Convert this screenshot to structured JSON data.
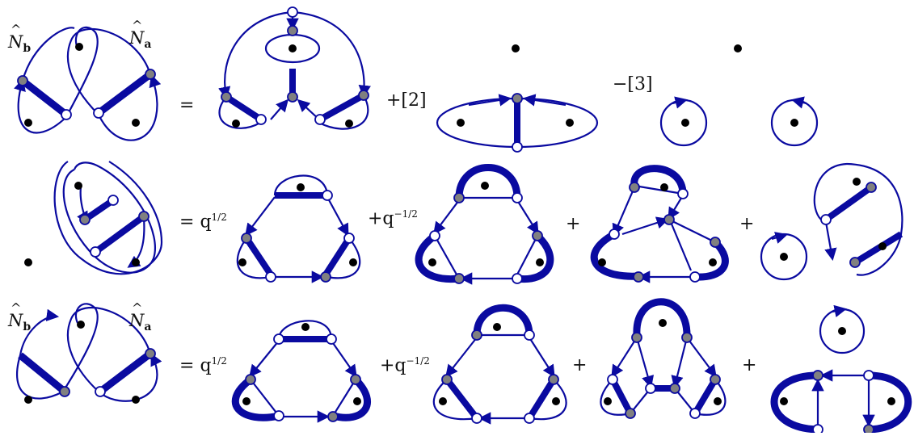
{
  "labels": {
    "na": "N",
    "na_sub": "a",
    "nb": "N",
    "nb_sub": "b"
  },
  "rows": [
    {
      "eq": "=",
      "t1": "+[2]",
      "t2": "−[3]"
    },
    {
      "eq": "=",
      "q": "q",
      "q_exp": "1/2",
      "t1": "+q",
      "t1_exp": "−1/2",
      "t2": "+",
      "t3": "+"
    },
    {
      "eq": "=",
      "q": "q",
      "q_exp": "1/2",
      "t1": "+q",
      "t1_exp": "−1/2",
      "t2": "+",
      "t3": "+"
    }
  ],
  "colors": {
    "strand": "#0a0aa0",
    "grey_vertex": "#808080",
    "white_vertex": "#ffffff",
    "puncture": "#000000"
  }
}
